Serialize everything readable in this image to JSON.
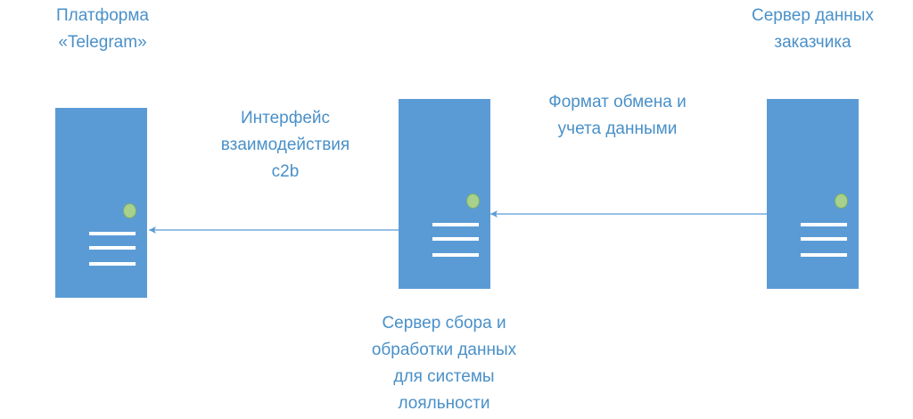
{
  "nodes": {
    "telegram": {
      "label_lines": [
        "Платформа",
        "«Telegram»"
      ]
    },
    "collector": {
      "label_lines": [
        "Сервер сбора и",
        "обработки данных",
        "для системы",
        "лояльности"
      ]
    },
    "customer": {
      "label_lines": [
        "Сервер данных",
        "заказчика"
      ]
    }
  },
  "edges": {
    "collector_to_telegram": {
      "label_lines": [
        "Интерфейс",
        "взаимодействия",
        "c2b"
      ]
    },
    "customer_to_collector": {
      "label_lines": [
        "Формат обмена и",
        "учета данными"
      ]
    }
  },
  "colors": {
    "server_fill": "#5b9bd5",
    "led": "#a9d18e",
    "text": "#4a90c8",
    "arrow": "#5b9bd5"
  }
}
